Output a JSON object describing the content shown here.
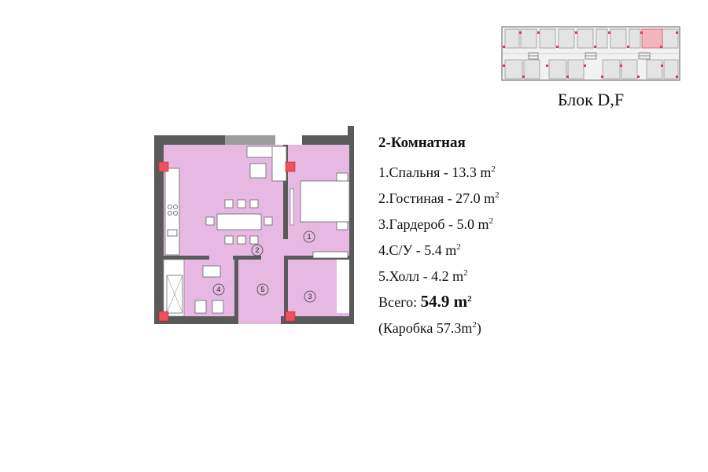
{
  "block_label": "Блок D,F",
  "plan": {
    "room_numbers": [
      "1",
      "2",
      "3",
      "4",
      "5"
    ],
    "colors": {
      "room_fill": "#e6b8e2",
      "wall": "#5a5a5a",
      "column": "#f0505a",
      "highlight": "#f4b4bc"
    }
  },
  "info": {
    "title": "2-Комнатная",
    "rooms": [
      {
        "label": "1.Спальня - 13.3 m",
        "sup": "2"
      },
      {
        "label": "2.Гостиная - 27.0 m",
        "sup": "2"
      },
      {
        "label": "3.Гардероб - 5.0 m",
        "sup": "2"
      },
      {
        "label": "4.С/У - 5.4 m",
        "sup": "2"
      },
      {
        "label": "5.Холл - 4.2 m",
        "sup": "2"
      }
    ],
    "total_label": "Всего: ",
    "total_value": "54.9 m",
    "total_sup": "2",
    "box_label_pre": "(Каробка 57.3m",
    "box_sup": "2",
    "box_label_post": ")"
  }
}
